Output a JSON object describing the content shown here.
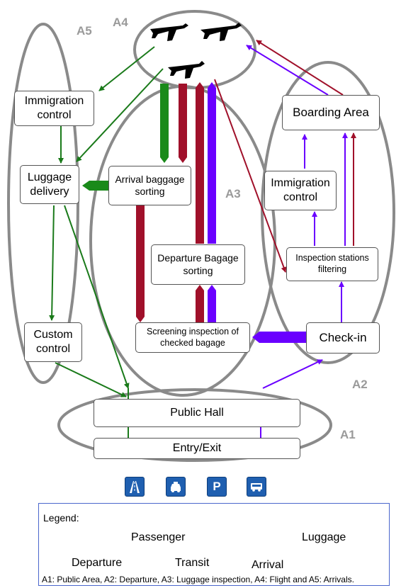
{
  "colors": {
    "departure": "#6a00ff",
    "transit": "#a0102a",
    "arrival": "#1a7a1a",
    "zone": "#8a8a8a",
    "legend_border": "#4a66cc",
    "sign": "#1f5fb0"
  },
  "zones": {
    "a1": "A1",
    "a2": "A2",
    "a3": "A3",
    "a4": "A4",
    "a5": "A5"
  },
  "nodes": {
    "immigration_arrival": "Immigration control",
    "luggage_delivery": "Luggage delivery",
    "custom_control": "Custom control",
    "arrival_baggage_sorting": "Arrival baggage sorting",
    "departure_baggage_sorting": "Departure Bagage sorting",
    "screening_inspection": "Screening inspection of checked bagage",
    "boarding_area": "Boarding Area",
    "immigration_departure": "Immigration control",
    "inspection_stations": "Inspection stations filtering",
    "check_in": "Check-in",
    "public_hall": "Public Hall",
    "entry_exit": "Entry/Exit"
  },
  "transport_icons": [
    "highway-icon",
    "taxi-icon",
    "parking-icon",
    "bus-icon"
  ],
  "legend": {
    "title": "Legend:",
    "passenger": "Passenger",
    "luggage": "Luggage",
    "departure": "Departure",
    "transit": "Transit",
    "arrival": "Arrival",
    "caption": "A1: Public Area, A2: Departure, A3: Luggage inspection, A4: Flight and A5: Arrivals."
  }
}
